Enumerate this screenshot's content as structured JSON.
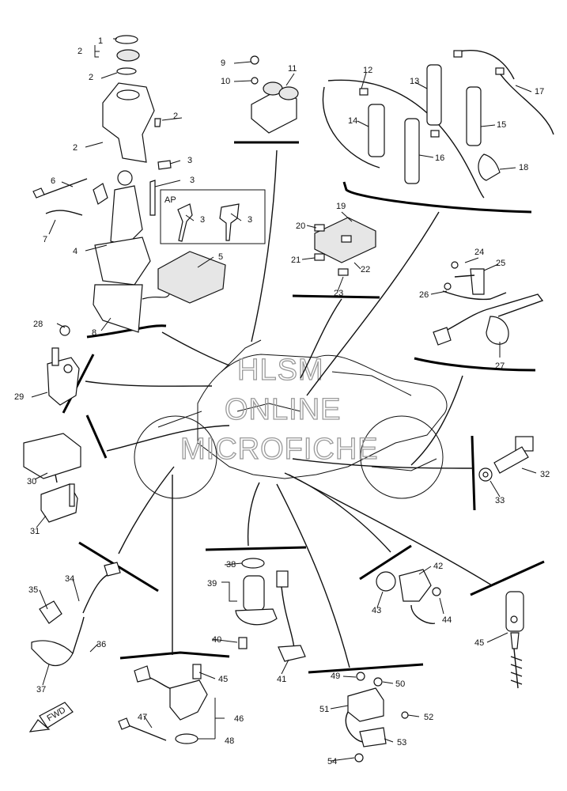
{
  "watermark": {
    "line1": "HLSM",
    "line2": "ONLINE",
    "line3": "MICROFICHE"
  },
  "ap_box_label": "AP",
  "fwd_label": "FWD",
  "callouts": [
    "1",
    "2",
    "2",
    "2",
    "2",
    "3",
    "3",
    "3",
    "3",
    "4",
    "5",
    "6",
    "7",
    "8",
    "9",
    "10",
    "11",
    "12",
    "13",
    "14",
    "15",
    "16",
    "17",
    "18",
    "19",
    "20",
    "21",
    "22",
    "23",
    "24",
    "25",
    "26",
    "27",
    "28",
    "29",
    "30",
    "31",
    "32",
    "33",
    "34",
    "35",
    "36",
    "37",
    "38",
    "39",
    "40",
    "41",
    "42",
    "43",
    "44",
    "45",
    "45",
    "46",
    "47",
    "48",
    "49",
    "50",
    "51",
    "52",
    "53",
    "54"
  ]
}
